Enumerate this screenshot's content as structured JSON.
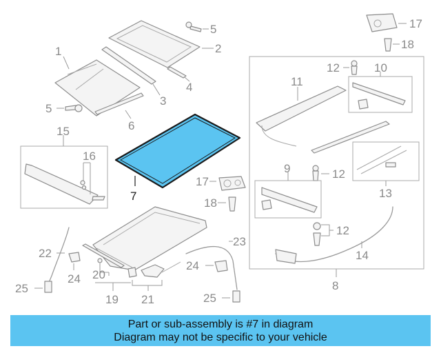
{
  "callouts": [
    "1",
    "2",
    "3",
    "4",
    "5",
    "5",
    "6",
    "7",
    "8",
    "9",
    "10",
    "11",
    "12",
    "12",
    "12",
    "13",
    "14",
    "15",
    "16",
    "17",
    "17",
    "18",
    "18",
    "19",
    "20",
    "21",
    "22",
    "23",
    "24",
    "24",
    "25",
    "25"
  ],
  "banner": {
    "line1": "Part or sub-assembly is #7 in diagram",
    "line2": "Diagram may not be specific to your vehicle"
  },
  "colors": {
    "banner_bg": "#5bc4f1",
    "highlight_fill": "#5bc4f1",
    "line": "#9a9a9a"
  }
}
